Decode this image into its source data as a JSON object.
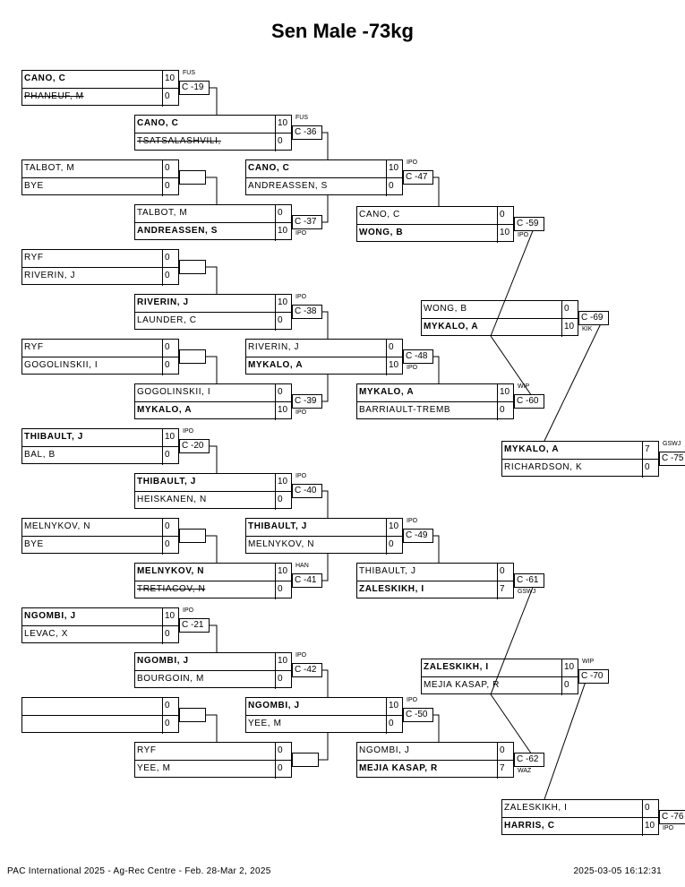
{
  "title": "Sen Male -73kg",
  "footer": {
    "event": "PAC International 2025 - Ag-Rec Centre - Feb. 28-Mar 2, 2025",
    "timestamp": "2025-03-05 16:12:31"
  },
  "matches": [
    {
      "id": "C -19",
      "club": "FUS",
      "club_pos": "top",
      "p1": {
        "name": "CANO, C",
        "score": "10",
        "win": true
      },
      "p2": {
        "name": "PHANEUF, M",
        "score": "0",
        "dq": true
      }
    },
    {
      "id": "C -36",
      "club": "FUS",
      "club_pos": "top",
      "p1": {
        "name": "CANO, C",
        "score": "10",
        "win": true
      },
      "p2": {
        "name": "TSATSALASHVILI,",
        "score": "0",
        "dq": true
      }
    },
    {
      "id": "",
      "club": "",
      "p1": {
        "name": "TALBOT, M",
        "score": "0"
      },
      "p2": {
        "name": "BYE",
        "score": "0"
      }
    },
    {
      "id": "C -37",
      "club": "IPO",
      "club_pos": "bottom",
      "p1": {
        "name": "TALBOT, M",
        "score": "0"
      },
      "p2": {
        "name": "ANDREASSEN, S",
        "score": "10",
        "win": true
      }
    },
    {
      "id": "C -47",
      "club": "IPO",
      "club_pos": "top",
      "p1": {
        "name": "CANO, C",
        "score": "10",
        "win": true
      },
      "p2": {
        "name": "ANDREASSEN, S",
        "score": "0"
      }
    },
    {
      "id": "C -59",
      "club": "IPO",
      "club_pos": "bottom",
      "p1": {
        "name": "CANO, C",
        "score": "0"
      },
      "p2": {
        "name": "WONG, B",
        "score": "10",
        "win": true
      }
    },
    {
      "id": "",
      "club": "",
      "p1": {
        "name": "RYF",
        "score": "0"
      },
      "p2": {
        "name": "RIVERIN, J",
        "score": "0"
      }
    },
    {
      "id": "C -38",
      "club": "IPO",
      "club_pos": "top",
      "p1": {
        "name": "RIVERIN, J",
        "score": "10",
        "win": true
      },
      "p2": {
        "name": "LAUNDER, C",
        "score": "0"
      }
    },
    {
      "id": "",
      "club": "",
      "p1": {
        "name": "RYF",
        "score": "0"
      },
      "p2": {
        "name": "GOGOLINSKII, I",
        "score": "0"
      }
    },
    {
      "id": "C -39",
      "club": "IPO",
      "club_pos": "bottom",
      "p1": {
        "name": "GOGOLINSKII, I",
        "score": "0"
      },
      "p2": {
        "name": "MYKALO, A",
        "score": "10",
        "win": true
      }
    },
    {
      "id": "C -48",
      "club": "IPO",
      "club_pos": "bottom",
      "p1": {
        "name": "RIVERIN, J",
        "score": "0"
      },
      "p2": {
        "name": "MYKALO, A",
        "score": "10",
        "win": true
      }
    },
    {
      "id": "C -60",
      "club": "WIP",
      "club_pos": "top",
      "p1": {
        "name": "MYKALO, A",
        "score": "10",
        "win": true
      },
      "p2": {
        "name": "BARRIAULT-TREMB",
        "score": "0"
      }
    },
    {
      "id": "C -69",
      "club": "KIK",
      "club_pos": "bottom",
      "p1": {
        "name": "WONG, B",
        "score": "0"
      },
      "p2": {
        "name": "MYKALO, A",
        "score": "10",
        "win": true
      }
    },
    {
      "id": "C -20",
      "club": "IPO",
      "club_pos": "top",
      "p1": {
        "name": "THIBAULT, J",
        "score": "10",
        "win": true
      },
      "p2": {
        "name": "BAL, B",
        "score": "0"
      }
    },
    {
      "id": "C -40",
      "club": "IPO",
      "club_pos": "top",
      "p1": {
        "name": "THIBAULT, J",
        "score": "10",
        "win": true
      },
      "p2": {
        "name": "HEISKANEN, N",
        "score": "0"
      }
    },
    {
      "id": "",
      "club": "",
      "p1": {
        "name": "MELNYKOV, N",
        "score": "0"
      },
      "p2": {
        "name": "BYE",
        "score": "0"
      }
    },
    {
      "id": "C -41",
      "club": "HAN",
      "club_pos": "top",
      "p1": {
        "name": "MELNYKOV, N",
        "score": "10",
        "win": true
      },
      "p2": {
        "name": "TRETIACOV, N",
        "score": "0",
        "dq": true
      }
    },
    {
      "id": "C -49",
      "club": "IPO",
      "club_pos": "top",
      "p1": {
        "name": "THIBAULT, J",
        "score": "10",
        "win": true
      },
      "p2": {
        "name": "MELNYKOV, N",
        "score": "0"
      }
    },
    {
      "id": "C -61",
      "club": "GSWJ",
      "club_pos": "bottom",
      "p1": {
        "name": "THIBAULT, J",
        "score": "0"
      },
      "p2": {
        "name": "ZALESKIKH, I",
        "score": "7",
        "win": true
      }
    },
    {
      "id": "C -21",
      "club": "IPO",
      "club_pos": "top",
      "p1": {
        "name": "NGOMBI, J",
        "score": "10",
        "win": true
      },
      "p2": {
        "name": "LEVAC, X",
        "score": "0"
      }
    },
    {
      "id": "C -42",
      "club": "IPO",
      "club_pos": "top",
      "p1": {
        "name": "NGOMBI, J",
        "score": "10",
        "win": true
      },
      "p2": {
        "name": "BOURGOIN, M",
        "score": "0"
      }
    },
    {
      "id": "",
      "club": "",
      "p1": {
        "name": "",
        "score": "0"
      },
      "p2": {
        "name": "",
        "score": "0"
      }
    },
    {
      "id": "",
      "club": "",
      "p1": {
        "name": "RYF",
        "score": "0"
      },
      "p2": {
        "name": "YEE, M",
        "score": "0"
      }
    },
    {
      "id": "C -50",
      "club": "IPO",
      "club_pos": "top",
      "p1": {
        "name": "NGOMBI, J",
        "score": "10",
        "win": true
      },
      "p2": {
        "name": "YEE, M",
        "score": "0"
      }
    },
    {
      "id": "C -62",
      "club": "WAZ",
      "club_pos": "bottom",
      "p1": {
        "name": "NGOMBI, J",
        "score": "0"
      },
      "p2": {
        "name": "MEJIA KASAP, R",
        "score": "7",
        "win": true
      }
    },
    {
      "id": "C -70",
      "club": "WIP",
      "club_pos": "top",
      "p1": {
        "name": "ZALESKIKH, I",
        "score": "10",
        "win": true
      },
      "p2": {
        "name": "MEJIA KASAP, R",
        "score": "0"
      }
    },
    {
      "id": "C -75",
      "club": "GSWJ",
      "club_pos": "top",
      "p1": {
        "name": "MYKALO, A",
        "score": "7",
        "win": true
      },
      "p2": {
        "name": "RICHARDSON, K",
        "score": "0"
      }
    },
    {
      "id": "C -76",
      "club": "IPO",
      "club_pos": "bottom",
      "p1": {
        "name": "ZALESKIKH, I",
        "score": "0"
      },
      "p2": {
        "name": "HARRIS, C",
        "score": "10",
        "win": true
      }
    }
  ]
}
